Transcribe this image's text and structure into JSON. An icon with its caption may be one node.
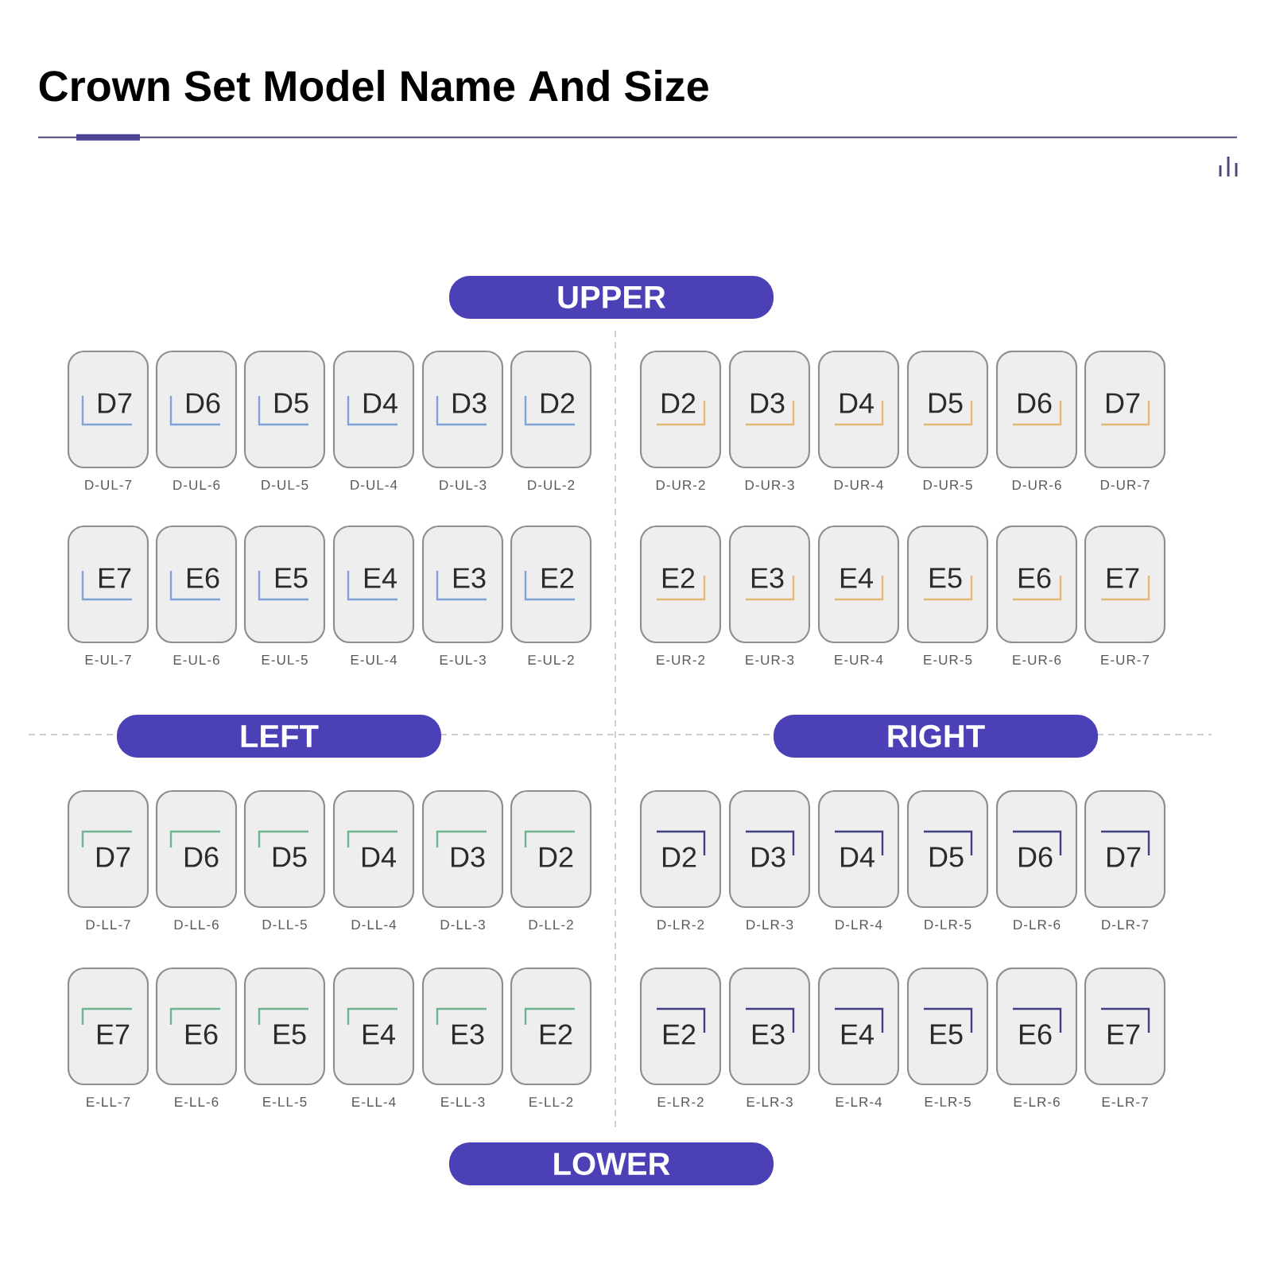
{
  "diagram": {
    "title": "Crown Set Model Name And Size",
    "nodes": [
      {
        "text": [
          "UPPER"
        ]
      },
      {
        "text": [
          "D7"
        ],
        "beside": [
          "D-UL-7"
        ]
      },
      {
        "text": [
          "D6"
        ],
        "beside": [
          "D-UL-6"
        ]
      },
      {
        "text": [
          "D5"
        ],
        "beside": [
          "D-UL-5"
        ]
      },
      {
        "text": [
          "D4"
        ],
        "beside": [
          "D-UL-4"
        ]
      },
      {
        "text": [
          "D3"
        ],
        "beside": [
          "D-UL-3"
        ]
      },
      {
        "text": [
          "D2"
        ],
        "beside": [
          "D-UL-2"
        ]
      },
      {
        "text": [
          "D2"
        ],
        "beside": [
          "D-UR-2"
        ]
      },
      {
        "text": [
          "D3"
        ],
        "beside": [
          "D-UR-3"
        ]
      },
      {
        "text": [
          "D4"
        ],
        "beside": [
          "D-UR-4"
        ]
      },
      {
        "text": [
          "D5"
        ],
        "beside": [
          "D-UR-5"
        ]
      },
      {
        "text": [
          "D6"
        ],
        "beside": [
          "D-UR-6"
        ]
      },
      {
        "text": [
          "D7"
        ],
        "beside": [
          "D-UR-7"
        ]
      },
      {
        "text": [
          "E7"
        ],
        "beside": [
          "E-UL-7"
        ]
      },
      {
        "text": [
          "E6"
        ],
        "beside": [
          "E-UL-6"
        ]
      },
      {
        "text": [
          "E5"
        ],
        "beside": [
          "E-UL-5"
        ]
      },
      {
        "text": [
          "E4"
        ],
        "beside": [
          "E-UL-4"
        ]
      },
      {
        "text": [
          "E3"
        ],
        "beside": [
          "E-UL-3"
        ]
      },
      {
        "text": [
          "E2"
        ],
        "beside": [
          "E-UL-2"
        ]
      },
      {
        "text": [
          "E2"
        ],
        "beside": [
          "E-UR-2"
        ]
      },
      {
        "text": [
          "E3"
        ],
        "beside": [
          "E-UR-3"
        ]
      },
      {
        "text": [
          "E4"
        ],
        "beside": [
          "E-UR-4"
        ]
      },
      {
        "text": [
          "E5"
        ],
        "beside": [
          "E-UR-5"
        ]
      },
      {
        "text": [
          "E6"
        ],
        "beside": [
          "E-UR-6"
        ]
      },
      {
        "text": [
          "E7"
        ],
        "beside": [
          "E-UR-7"
        ]
      },
      {
        "text": [
          "LEFT"
        ]
      },
      {
        "text": [
          "RIGHT"
        ]
      },
      {
        "text": [
          "D7"
        ],
        "beside": [
          "D-LL-7"
        ]
      },
      {
        "text": [
          "D6"
        ],
        "beside": [
          "D-LL-6"
        ]
      },
      {
        "text": [
          "D5"
        ],
        "beside": [
          "D-LL-5"
        ]
      },
      {
        "text": [
          "D4"
        ],
        "beside": [
          "D-LL-4"
        ]
      },
      {
        "text": [
          "D3"
        ],
        "beside": [
          "D-LL-3"
        ]
      },
      {
        "text": [
          "D2"
        ],
        "beside": [
          "D-LL-2"
        ]
      },
      {
        "text": [
          "D2"
        ],
        "beside": [
          "D-LR-2"
        ]
      },
      {
        "text": [
          "D3"
        ],
        "beside": [
          "D-LR-3"
        ]
      },
      {
        "text": [
          "D4"
        ],
        "beside": [
          "D-LR-4"
        ]
      },
      {
        "text": [
          "D5"
        ],
        "beside": [
          "D-LR-5"
        ]
      },
      {
        "text": [
          "D6"
        ],
        "beside": [
          "D-LR-6"
        ]
      },
      {
        "text": [
          "D7"
        ],
        "beside": [
          "D-LR-7"
        ]
      },
      {
        "text": [
          "E7"
        ],
        "beside": [
          "E-LL-7"
        ]
      },
      {
        "text": [
          "E6"
        ],
        "beside": [
          "E-LL-6"
        ]
      },
      {
        "text": [
          "E5"
        ],
        "beside": [
          "E-LL-5"
        ]
      },
      {
        "text": [
          "E4"
        ],
        "beside": [
          "E-LL-4"
        ]
      },
      {
        "text": [
          "E3"
        ],
        "beside": [
          "E-LL-3"
        ]
      },
      {
        "text": [
          "E2"
        ],
        "beside": [
          "E-LL-2"
        ]
      },
      {
        "text": [
          "E2"
        ],
        "beside": [
          "E-LR-2"
        ]
      },
      {
        "text": [
          "E3"
        ],
        "beside": [
          "E-LR-3"
        ]
      },
      {
        "text": [
          "E4"
        ],
        "beside": [
          "E-LR-4"
        ]
      },
      {
        "text": [
          "E5"
        ],
        "beside": [
          "E-LR-5"
        ]
      },
      {
        "text": [
          "E6"
        ],
        "beside": [
          "E-LR-6"
        ]
      },
      {
        "text": [
          "E7"
        ],
        "beside": [
          "E-LR-7"
        ]
      },
      {
        "text": [
          "LOWER"
        ]
      }
    ]
  }
}
